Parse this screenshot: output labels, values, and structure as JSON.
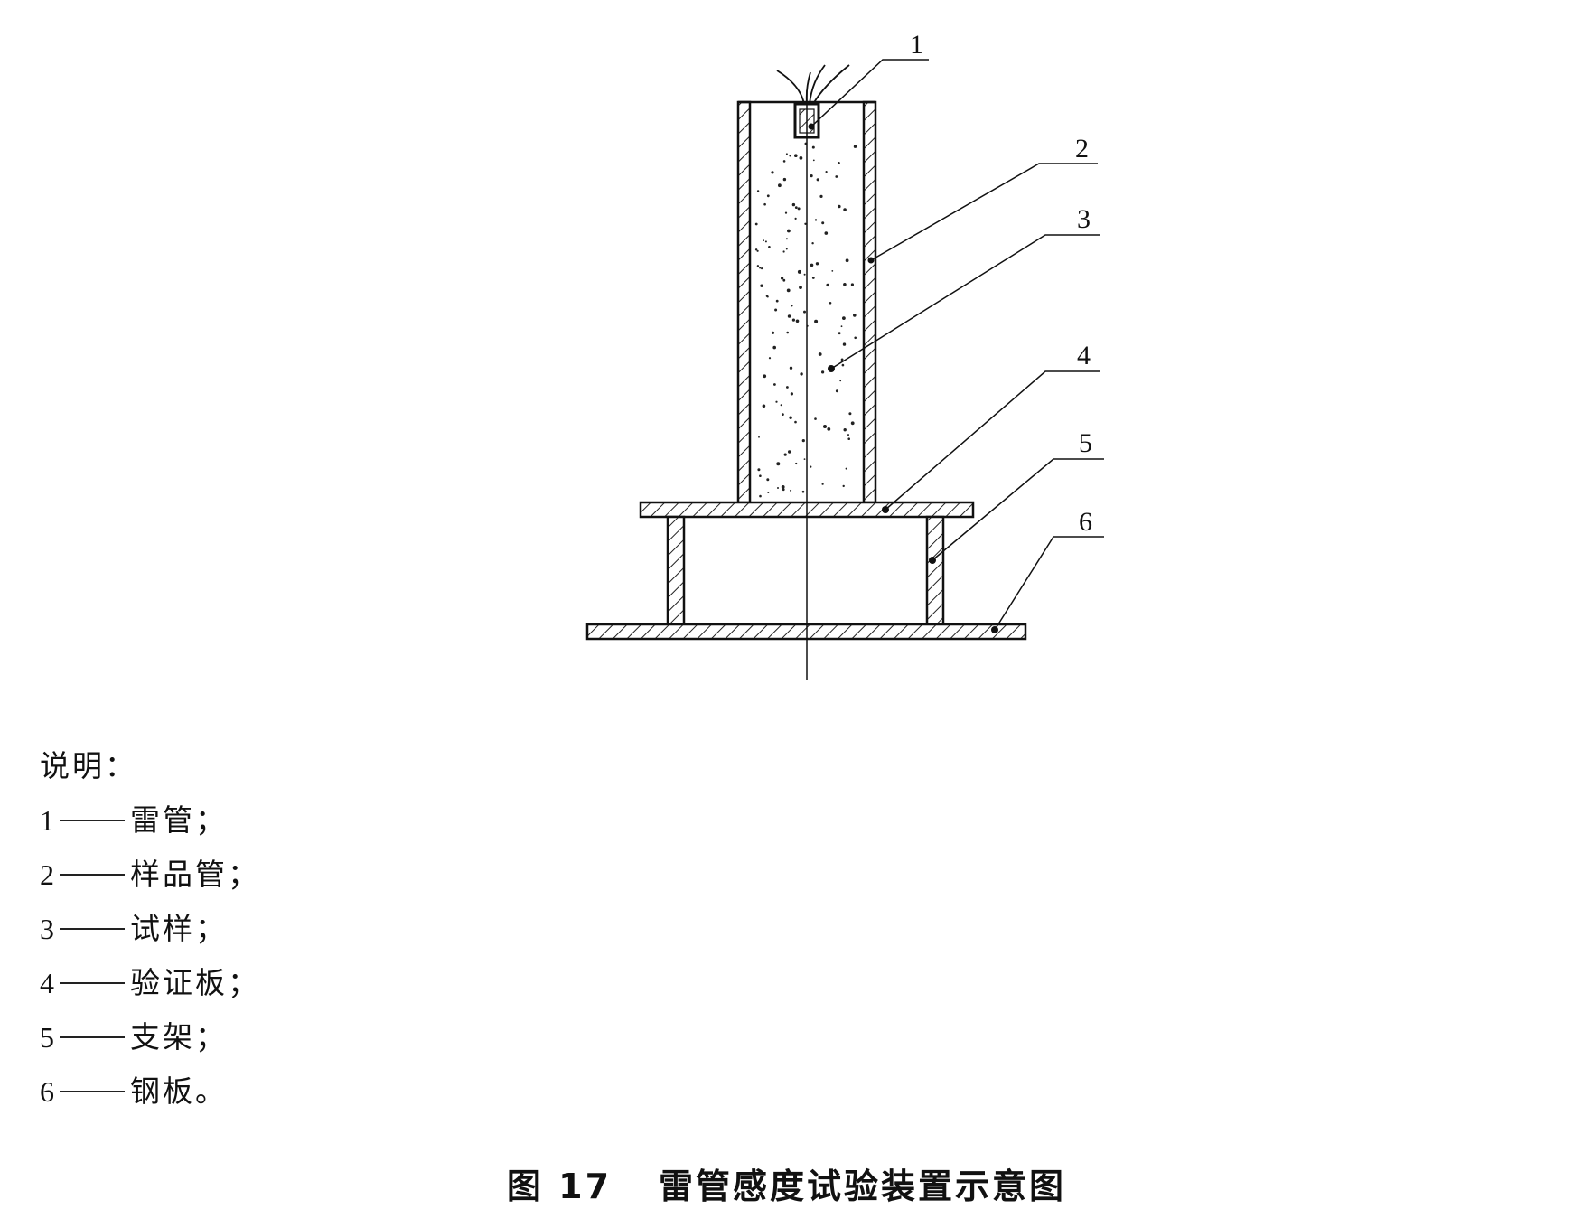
{
  "diagram": {
    "callouts": [
      "1",
      "2",
      "3",
      "4",
      "5",
      "6"
    ]
  },
  "legend": {
    "title": "说明：",
    "items": [
      {
        "num": "1",
        "text": "雷管；"
      },
      {
        "num": "2",
        "text": "样品管；"
      },
      {
        "num": "3",
        "text": "试样；"
      },
      {
        "num": "4",
        "text": "验证板；"
      },
      {
        "num": "5",
        "text": "支架；"
      },
      {
        "num": "6",
        "text": "钢板。"
      }
    ]
  },
  "caption": {
    "figure_number": "图 17",
    "title": "雷管感度试验装置示意图"
  }
}
